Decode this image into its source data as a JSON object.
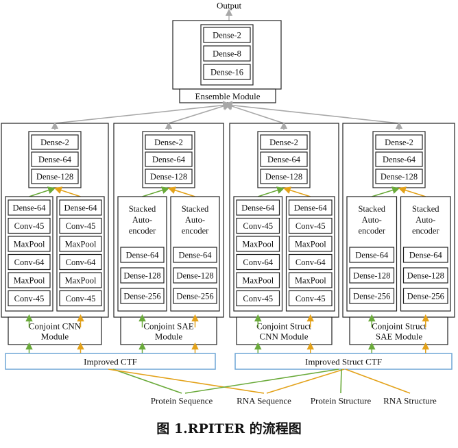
{
  "diagram": {
    "output_label": "Output",
    "ensemble": {
      "layers": [
        "Dense-2",
        "Dense-8",
        "Dense-16"
      ],
      "label": "Ensemble Module"
    },
    "modules": [
      {
        "type": "cnn",
        "top_layers": [
          "Dense-2",
          "Dense-64",
          "Dense-128"
        ],
        "branches": [
          [
            "Dense-64",
            "Conv-45",
            "MaxPool",
            "Conv-64",
            "MaxPool",
            "Conv-45"
          ],
          [
            "Dense-64",
            "Conv-45",
            "MaxPool",
            "Conv-64",
            "MaxPool",
            "Conv-45"
          ]
        ],
        "label_lines": [
          "Conjoint CNN",
          "Module"
        ]
      },
      {
        "type": "sae",
        "top_layers": [
          "Dense-2",
          "Dense-64",
          "Dense-128"
        ],
        "sae_title": [
          "Stacked",
          "Auto-",
          "encoder"
        ],
        "sae_layers": [
          "Dense-64",
          "Dense-128",
          "Dense-256"
        ],
        "label_lines": [
          "Conjoint SAE",
          "Module"
        ]
      },
      {
        "type": "cnn",
        "top_layers": [
          "Dense-2",
          "Dense-64",
          "Dense-128"
        ],
        "branches": [
          [
            "Dense-64",
            "Conv-45",
            "MaxPool",
            "Conv-64",
            "MaxPool",
            "Conv-45"
          ],
          [
            "Dense-64",
            "Conv-45",
            "MaxPool",
            "Conv-64",
            "MaxPool",
            "Conv-45"
          ]
        ],
        "label_lines": [
          "Conjoint Struct",
          "CNN Module"
        ]
      },
      {
        "type": "sae",
        "top_layers": [
          "Dense-2",
          "Dense-64",
          "Dense-128"
        ],
        "sae_title": [
          "Stacked",
          "Auto-",
          "encoder"
        ],
        "sae_layers": [
          "Dense-64",
          "Dense-128",
          "Dense-256"
        ],
        "label_lines": [
          "Conjoint Struct",
          "SAE Module"
        ]
      }
    ],
    "ctf": [
      "Improved CTF",
      "Improved Struct CTF"
    ],
    "inputs": [
      "Protein Sequence",
      "RNA Sequence",
      "Protein Structure",
      "RNA Structure"
    ],
    "colors": {
      "protein": "#6aaa3a",
      "rna": "#e3a21a",
      "ctf_border": "#6ea6d6",
      "gray_arrow": "#a8a8a8",
      "line": "#222222"
    }
  },
  "caption": "图 1.RPITER 的流程图"
}
